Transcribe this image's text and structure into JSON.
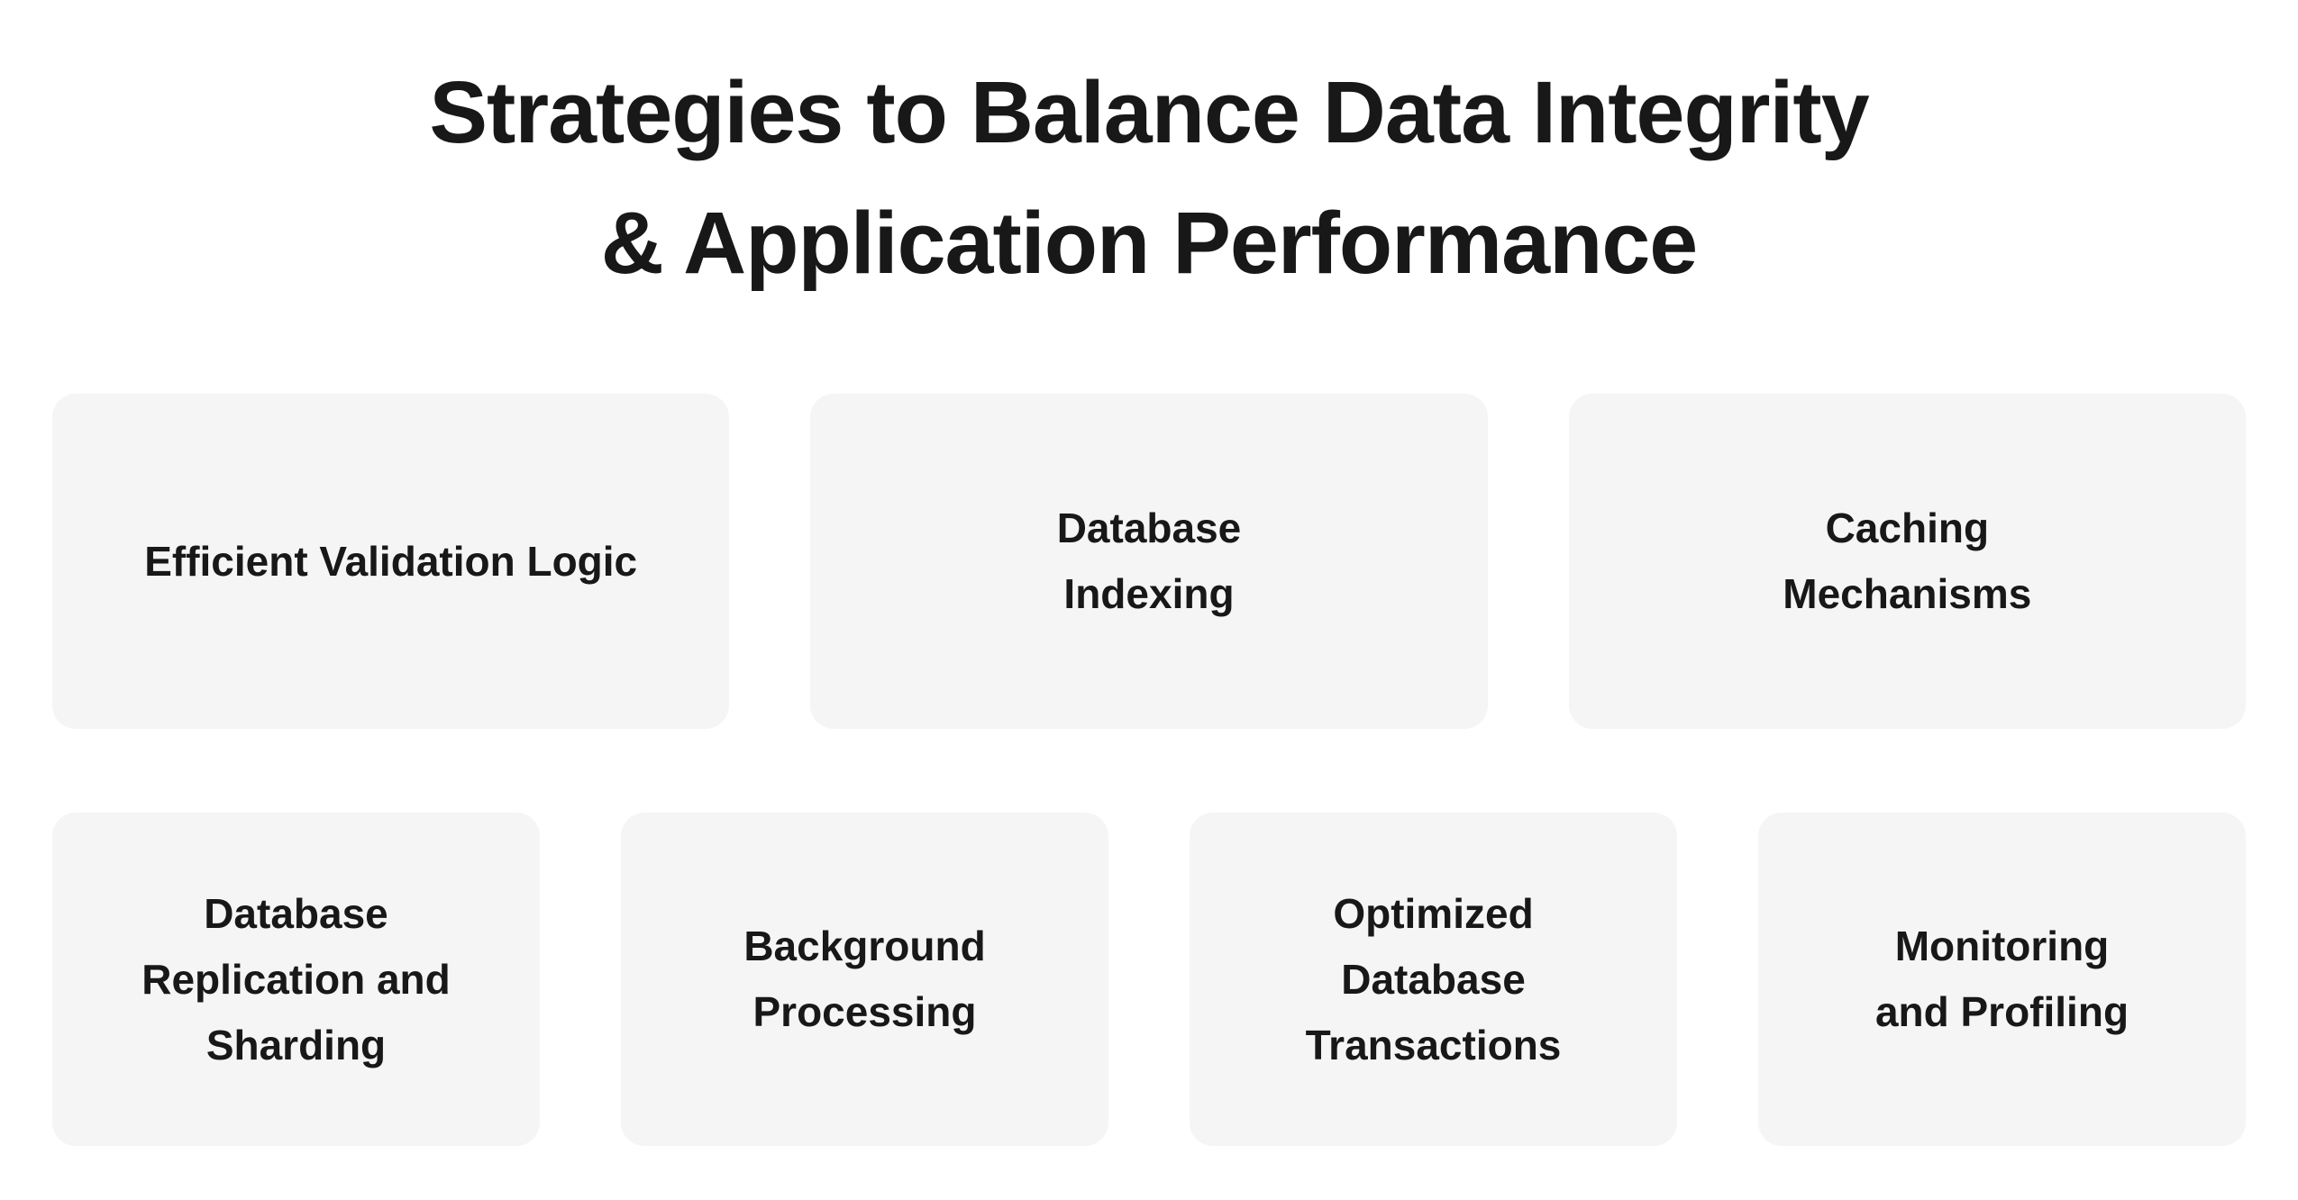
{
  "theme": {
    "page_bg": "#ffffff",
    "card_bg": "#f5f5f5",
    "text": "#181818"
  },
  "title": {
    "lines": [
      "Strategies to Balance Data Integrity",
      "& Application Performance"
    ]
  },
  "rows": [
    {
      "cards": [
        {
          "label": "Efficient Validation Logic"
        },
        {
          "label": "Database\nIndexing"
        },
        {
          "label": "Caching\nMechanisms"
        }
      ]
    },
    {
      "cards": [
        {
          "label": "Database\nReplication and\nSharding"
        },
        {
          "label": "Background\nProcessing"
        },
        {
          "label": "Optimized\nDatabase\nTransactions"
        },
        {
          "label": "Monitoring\nand Profiling"
        }
      ]
    }
  ]
}
